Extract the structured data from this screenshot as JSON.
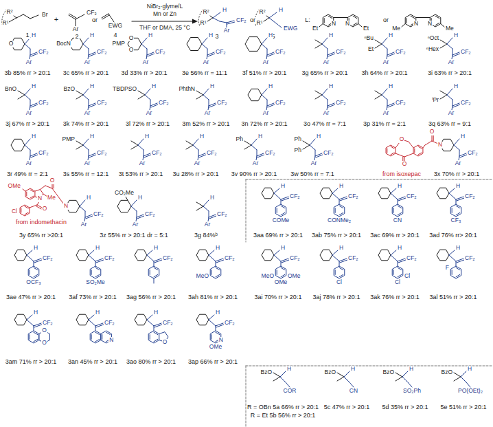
{
  "diagram": {
    "labels": [
      "R²",
      "R¹",
      "Br",
      "1",
      "+",
      "CF₃",
      "Ar",
      "2",
      "or",
      "EWG",
      "4",
      "NiBr₂·glyme/L",
      "Mn or Zn",
      "THF or DMA, 25 °C",
      "R²",
      "R¹",
      "H",
      "CF₂",
      "Ar",
      "3",
      "or",
      "R²",
      "R¹",
      "H",
      "EWG",
      "5",
      "L:",
      "Et",
      "N",
      "N",
      "Et",
      "or",
      "Me",
      "N",
      "N",
      "Me",
      "O",
      "H",
      "CF₂",
      "Ar",
      "3b 85% rr > 20:1",
      "BocN",
      "H",
      "CF₂",
      "Ar",
      "3c 65% rr > 20:1",
      "PMP",
      "O",
      "O",
      "H",
      "CF₂",
      "Ar",
      "3d 33% rr > 20:1",
      "H",
      "CF₂",
      "Ar",
      "3e 56% rr = 11:1",
      "H",
      "CF₂",
      "Ar",
      "3f 51% rr > 20:1",
      "H",
      "CF₂",
      "Ar",
      "3g 65% rr > 20:1",
      "ⁿBu",
      "Et",
      "H",
      "CF₂",
      "Ar",
      "3h 64% rr > 20:1",
      "ⁿOct",
      "ⁿHex",
      "H",
      "CF₂",
      "Ar",
      "3i 63% rr > 20:1",
      "BnO",
      "H",
      "CF₂",
      "Ar",
      "3j 67% rr > 20:1",
      "BzO",
      "H",
      "CF₂",
      "Ar",
      "3k 74% rr > 20:1",
      "TBDPSO",
      "H",
      "CF₂",
      "Ar",
      "3l 72% rr > 20:1",
      "PhthN",
      "H",
      "CF₂",
      "Ar",
      "3m 52% rr > 20:1",
      "H",
      "CF₂",
      "Ar",
      "3n 72% rr > 20:1",
      "H",
      "CF₂",
      "Ar",
      "3o 47% rr = 7:1",
      "H",
      "CF₂",
      "Ar",
      "3p 31% rr = 2:1",
      "ⁱPr",
      "H",
      "CF₂",
      "Ar",
      "3q 63% rr = 9:1",
      "H",
      "CF₂",
      "Ar",
      "3r 49% rr = 2:1",
      "PMP",
      "H",
      "CF₂",
      "Ar",
      "3s 55% rr = 12:1",
      "H",
      "CF₂",
      "Ar",
      "3t 53% rr > 20:1",
      "H",
      "CF₂",
      "Ar",
      "3u 28% rr > 20:1",
      "Ph",
      "H",
      "CF₂",
      "Ar",
      "3v 90% rr > 20:1",
      "Ph",
      "Ph",
      "H",
      "CF₂",
      "Ar",
      "3w 50% rr = 7:1",
      "O",
      "O",
      "O",
      "N",
      "H",
      "CF₂",
      "Ar",
      "3x 70% rr > 20:1",
      "from isoxepac",
      "OMe",
      "Me",
      "N",
      "O",
      "Cl",
      "O",
      "N",
      "H",
      "CF₂",
      "Ar",
      "from indomethacin",
      "3y 65% rr >20:1",
      "CO₂Me",
      "H",
      "CF₂",
      "Ar",
      "3z 55% rr > 20:1 dr = 5:1",
      "H",
      "CF₂",
      "Ar",
      "3g 84%ᵇ",
      "COMe",
      "H",
      "CF₂",
      "3aa 69% rr > 20:1",
      "CONMe₂",
      "H",
      "CF₂",
      "3ab 75% rr > 20:1",
      "CN",
      "H",
      "CF₂",
      "3ac 69% rr > 20:1",
      "CF₃",
      "H",
      "CF₂",
      "3ad 76% rr> 20:1",
      "OCF₃",
      "H",
      "CF₂",
      "3ae 47% rr > 20:1",
      "SO₂Me",
      "H",
      "CF₂",
      "3af 73% rr > 20:1",
      "H",
      "CF₂",
      "3ag 56% rr > 20:1",
      "MeO",
      "H",
      "CF₂",
      "3ah 81% rr > 20:1",
      "MeO",
      "OMe",
      "OMe",
      "H",
      "CF₂",
      "3ai 70% rr > 20:1",
      "Cl",
      "H",
      "CF₂",
      "3aj 78% rr > 20:1",
      "Cl",
      "Cl",
      "H",
      "CF₂",
      "3ak 76% rr > 20:1",
      "F",
      "H",
      "CF₂",
      "3al 51% rr > 20:1",
      "O",
      "O",
      "H",
      "CF₂",
      "3am 71% rr > 20:1",
      "N",
      "H",
      "CF₂",
      "3an 45% rr > 20:1",
      "O",
      "H",
      "CF₂",
      "3ao 80% rr > 20:1",
      "N",
      "OMe",
      "H",
      "CF₂",
      "3ap 66% rr > 20:1",
      "BzO",
      "H",
      "COR",
      "R = OBn 5a 66% rr > 20:1",
      "R = Et 5b 56% rr > 20:1",
      "BzO",
      "H",
      "CN",
      "5c 47% rr > 20:1",
      "BzO",
      "H",
      "SO₂Ph",
      "5d 35% rr > 20:1",
      "BzO",
      "H",
      "PO(OEt)₂",
      "5e 51% rr > 20:1"
    ]
  }
}
